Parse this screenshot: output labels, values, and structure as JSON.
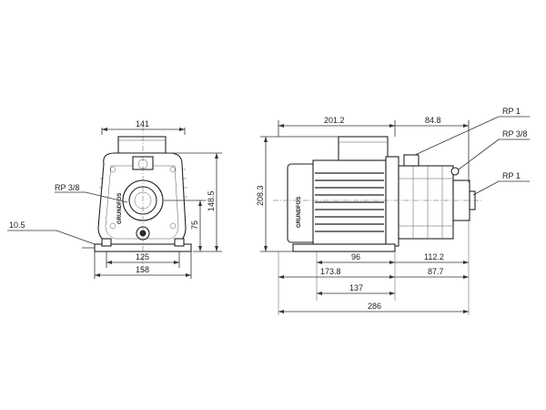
{
  "front_view": {
    "width_top": "141",
    "port_label": "RP 3/8",
    "foot_thickness": "10.5",
    "bolt_spacing": "125",
    "base_width": "158",
    "height_total": "148.5",
    "shaft_height": "75",
    "logo_text": "GRUNDFOS"
  },
  "side_view": {
    "motor_length": "201.2",
    "pump_length": "84.8",
    "height_total": "208.3",
    "dim_96": "96",
    "dim_112": "112.2",
    "dim_173": "173.8",
    "dim_87": "87.7",
    "dim_137": "137",
    "overall_length": "286",
    "port_top": "RP 1",
    "port_mid": "RP 3/8",
    "port_end": "RP 1",
    "logo_text": "GRUNDFOS"
  }
}
